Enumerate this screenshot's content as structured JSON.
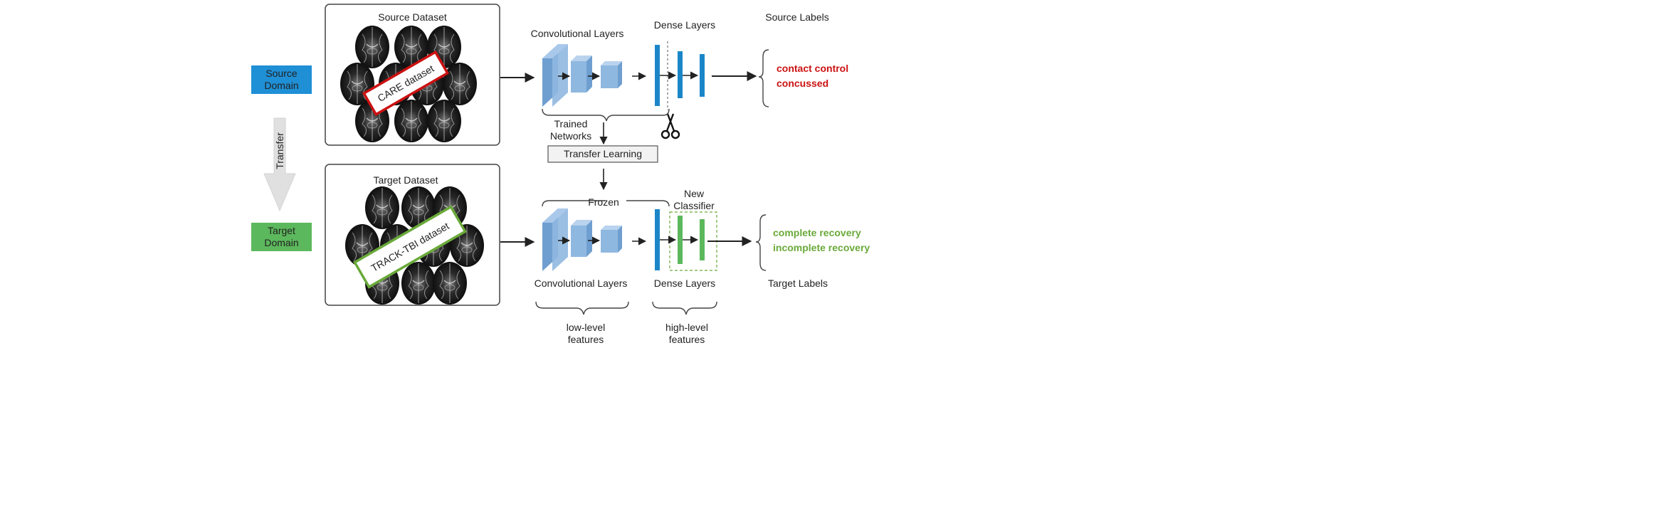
{
  "domains": {
    "source": "Source\nDomain",
    "target": "Target\nDomain",
    "transfer": "Transfer"
  },
  "datasets": {
    "source_title": "Source Dataset",
    "source_badge": "CARE dataset",
    "target_title": "Target Dataset",
    "target_badge": "TRACK-TBI dataset"
  },
  "top_pipeline": {
    "conv_label": "Convolutional Layers",
    "dense_label": "Dense Layers",
    "labels_title": "Source Labels",
    "labels": [
      "contact control",
      "concussed"
    ]
  },
  "middle": {
    "trained_networks": "Trained\nNetworks",
    "transfer_learning": "Transfer Learning"
  },
  "bottom_pipeline": {
    "frozen": "Frozen",
    "new_classifier": "New\nClassifier",
    "conv_label": "Convolutional Layers",
    "dense_label": "Dense Layers",
    "labels_title": "Target Labels",
    "labels": [
      "complete recovery",
      "incomplete recovery"
    ]
  },
  "features": {
    "low": "low-level\nfeatures",
    "high": "high-level\nfeatures"
  },
  "colors": {
    "domain_blue": "#1f8fd6",
    "domain_green": "#5cb85c",
    "layer_blue": "#1a86c8",
    "cube_blue": "#8fb8e0",
    "source_red": "#cc1111",
    "target_green": "#6aaa3a"
  }
}
